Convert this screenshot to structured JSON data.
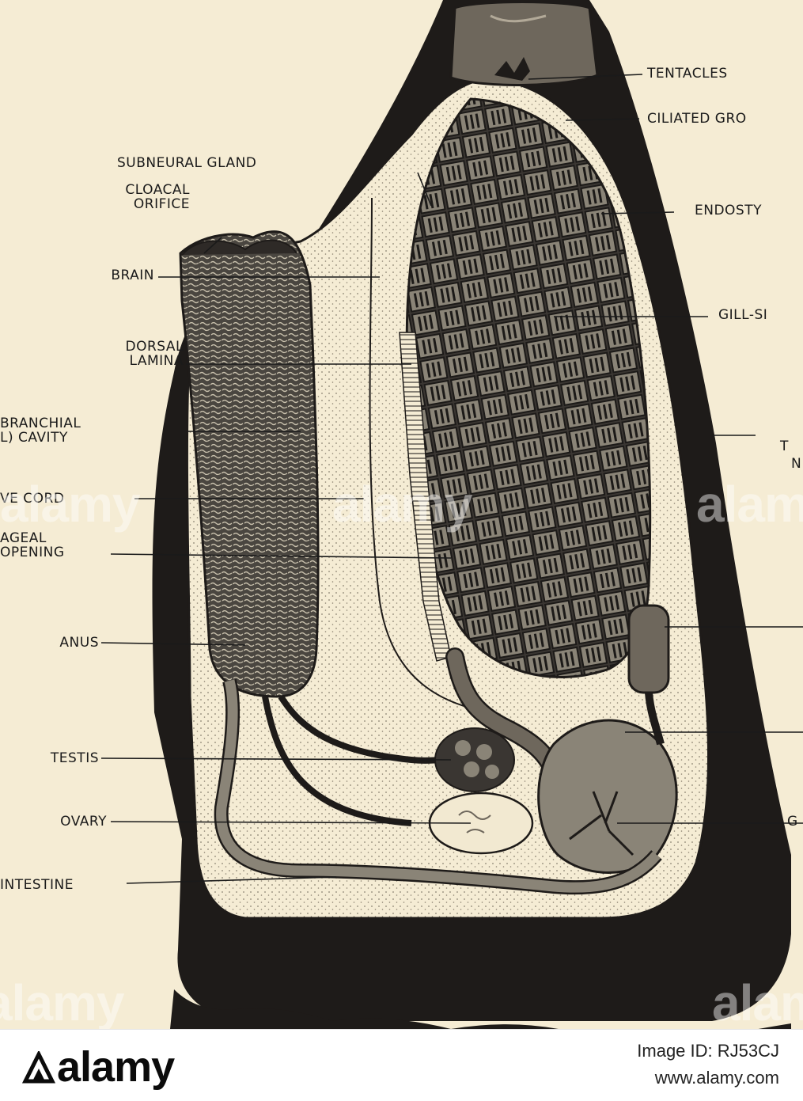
{
  "diagram": {
    "labels": {
      "tentacles": "TENTACLES",
      "ciliated_groove": "CILIATED GRO",
      "subneural_gland": "SUBNEURAL GLAND",
      "cloacal_orifice_1": "CLOACAL",
      "cloacal_orifice_2": "ORIFICE",
      "endostyle": "ENDOSTY",
      "brain": "BRAIN",
      "gill_slits": "GILL-SI",
      "dorsal_lamina_1": "DORSAL",
      "dorsal_lamina_2": "LAMINA",
      "branchial_cavity_1": "BRANCHIAL",
      "branchial_cavity_2": "L) CAVITY",
      "tunic_1": "T",
      "tunic_2": "N",
      "nerve_cord": "VE CORD",
      "esophageal_1": "AGEAL",
      "esophageal_2": "OPENING",
      "anus": "ANUS",
      "testis": "TESTIS",
      "ovary": "OVARY",
      "gonoduct": "G",
      "intestine": "INTESTINE"
    }
  },
  "watermark": {
    "text": "alamy"
  },
  "footer": {
    "logo": "alamy",
    "image_id": "Image ID: RJ53CJ",
    "url": "www.alamy.com"
  }
}
